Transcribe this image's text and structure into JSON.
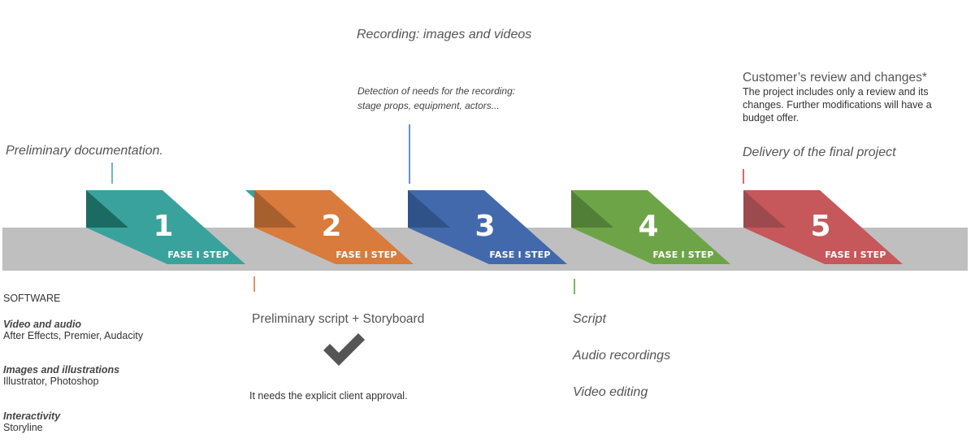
{
  "steps": [
    {
      "number": "1",
      "label": "FASE I STEP",
      "color": "#3aa29c",
      "shade": "#1b6b62"
    },
    {
      "number": "2",
      "label": "FASE I STEP",
      "color": "#d87b3c",
      "shade": "#a85f2e"
    },
    {
      "number": "3",
      "label": "FASE I STEP",
      "color": "#4369ad",
      "shade": "#2f5389"
    },
    {
      "number": "4",
      "label": "FASE I STEP",
      "color": "#6ea448",
      "shade": "#527f37"
    },
    {
      "number": "5",
      "label": "FASE I STEP",
      "color": "#c6575a",
      "shade": "#9d4a4f"
    }
  ],
  "band_color": "#bfbfbf",
  "step1": {
    "title": "Preliminary documentation."
  },
  "step2": {
    "title": "Preliminary script + Storyboard",
    "check_icon": "checkmark-icon",
    "note": "It needs the explicit client approval."
  },
  "step3": {
    "title": "Recording: images and videos",
    "detail_line1": "Detection of needs for the recording:",
    "detail_line2": "stage props, equipment, actors..."
  },
  "step4": {
    "items": [
      "Script",
      "Audio recordings",
      "Video editing"
    ]
  },
  "step5": {
    "review_title": "Customer’s review and changes*",
    "review_line1": "The project includes only a review and its",
    "review_line2": "changes. Further modifications will have a",
    "review_line3": "budget offer.",
    "delivery": "Delivery of the final project"
  },
  "software": {
    "heading": "SOFTWARE",
    "groups": [
      {
        "title": "Video and audio",
        "tools": "After Effects, Premier, Audacity"
      },
      {
        "title": "Images and illustrations",
        "tools": "Illustrator, Photoshop"
      },
      {
        "title": "Interactivity",
        "tools": "Storyline"
      }
    ]
  }
}
